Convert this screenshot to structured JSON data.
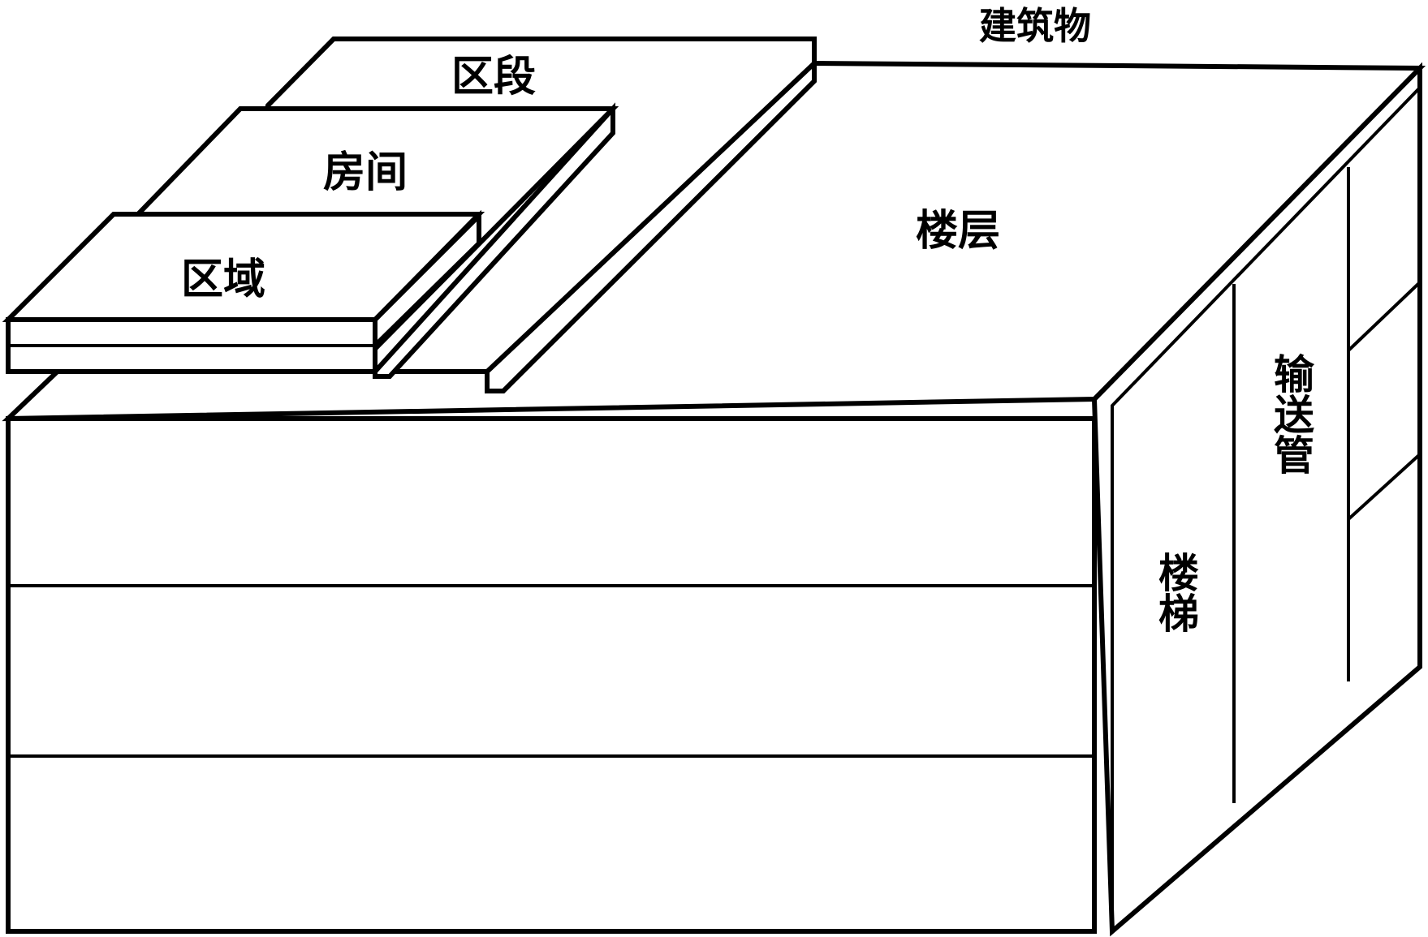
{
  "labels": {
    "building": "建筑物",
    "floor": "楼层",
    "section": "区段",
    "room": "房间",
    "zone": "区域",
    "stairs": "楼梯",
    "shaft": "输送管"
  },
  "colors": {
    "stroke": "#000000",
    "fill": "#ffffff"
  }
}
